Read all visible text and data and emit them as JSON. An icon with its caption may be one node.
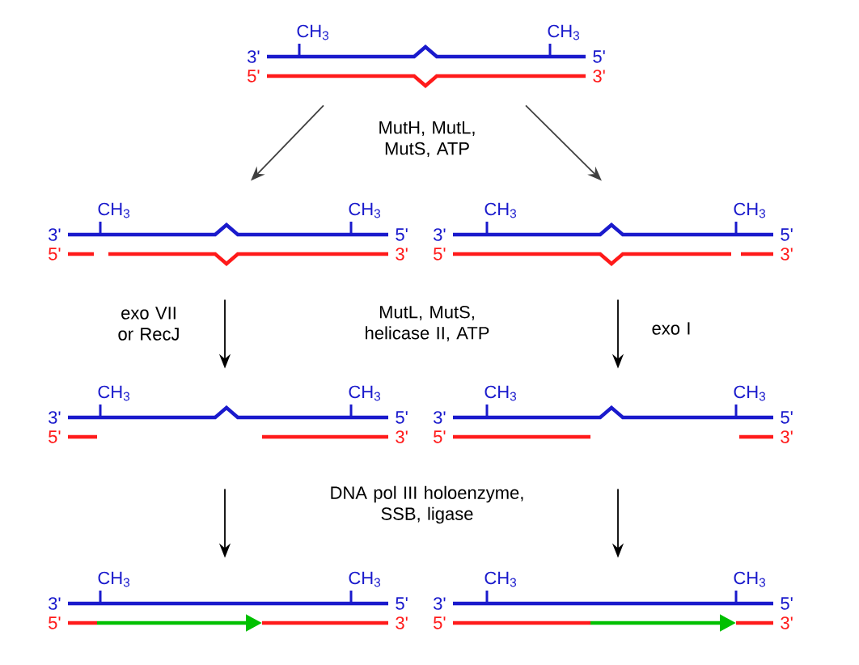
{
  "diagram": {
    "nodes": [
      {
        "text": [
          "CH$_{3}$",
          "CH$_{3}$",
          "3'",
          "5'",
          "5'",
          "3'"
        ]
      },
      {
        "text": [
          "CH$_{3}$",
          "CH$_{3}$",
          "3'",
          "5'",
          "5'",
          "3'"
        ]
      },
      {
        "text": [
          "CH$_{3}$",
          "CH$_{3}$",
          "3'",
          "5'",
          "5'",
          "3'"
        ]
      },
      {
        "text": [
          "CH$_{3}$",
          "CH$_{3}$",
          "3'",
          "5'",
          "5'",
          "3'"
        ]
      },
      {
        "text": [
          "CH$_{3}$",
          "CH$_{3}$",
          "3'",
          "5'",
          "5'",
          "3'"
        ]
      },
      {
        "text": [
          "CH$_{3}$",
          "CH$_{3}$",
          "3'",
          "5'",
          "5'",
          "3'"
        ]
      },
      {
        "text": [
          "CH$_{3}$",
          "CH$_{3}$",
          "3'",
          "5'",
          "5'",
          "3'"
        ]
      }
    ],
    "edges": [
      {
        "from": 0,
        "to": 1,
        "arrow": "to",
        "color": "#404040"
      },
      {
        "from": 0,
        "to": 2,
        "arrow": "to",
        "color": "#404040"
      },
      {
        "from": 1,
        "to": 3,
        "arrow": "to",
        "label": "exo VII or RecJ"
      },
      {
        "from": 2,
        "to": 4,
        "arrow": "to",
        "label": "exo I"
      },
      {
        "from": 3,
        "to": 5,
        "arrow": "to"
      },
      {
        "from": 4,
        "to": 6,
        "arrow": "to"
      }
    ],
    "labels": [
      "MutH, MutL, MutS, ATP",
      "MutL, MutS, helicase II, ATP",
      "DNA pol III holoenzyme, SSB, ligase"
    ]
  }
}
